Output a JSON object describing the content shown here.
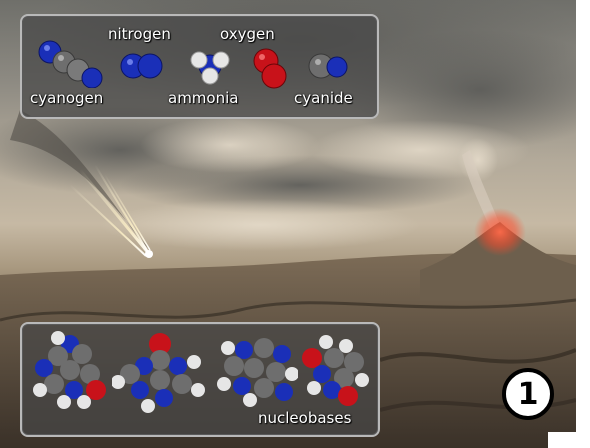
{
  "top_panel": {
    "labels": {
      "cyanogen": "cyanogen",
      "nitrogen": "nitrogen",
      "ammonia": "ammonia",
      "oxygen": "oxygen",
      "cyanide": "cyanide"
    }
  },
  "bottom_panel": {
    "label": "nucleobases"
  },
  "badge": {
    "number": "1"
  },
  "colors": {
    "nitrogen_atom": "#1a2fb8",
    "carbon_atom": "#6e6e6e",
    "hydrogen_atom": "#e6e6e6",
    "oxygen_atom": "#c8121a",
    "panel_fill": "#464646",
    "panel_border": "#b9b9b9",
    "lava": "#ff5a3a"
  }
}
